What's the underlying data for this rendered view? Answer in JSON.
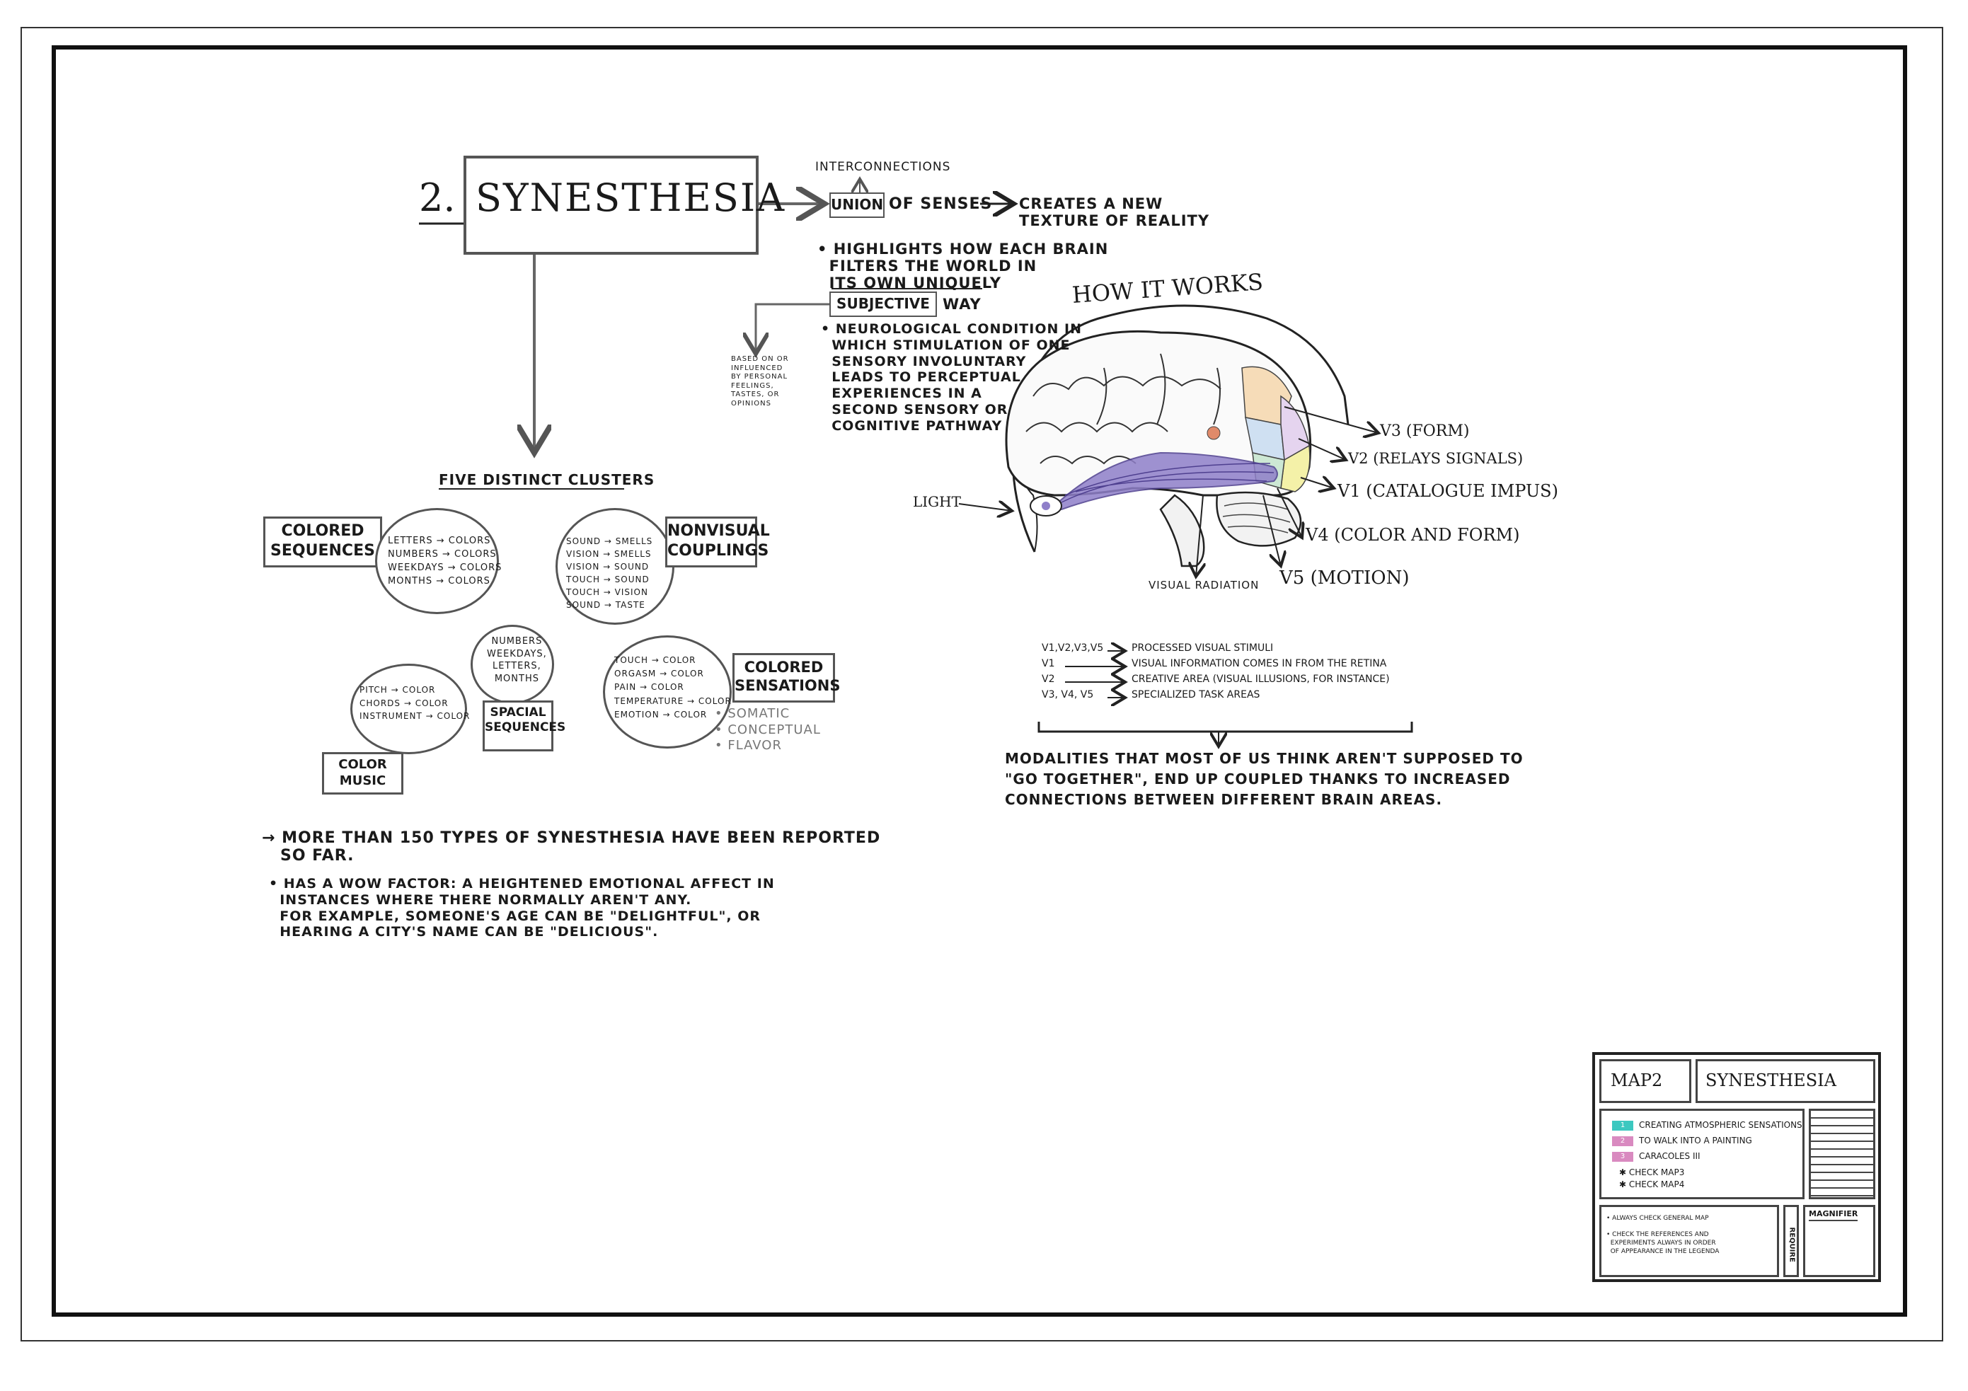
{
  "title": {
    "number": "2.",
    "text": "SYNESTHESIA"
  },
  "union": {
    "interconnections": "INTERCONNECTIONS",
    "union": "UNION",
    "of_senses": "OF SENSES",
    "creates": "CREATES A NEW\nTEXTURE OF REALITY"
  },
  "bullets_top": {
    "b1_pre": "• HIGHLIGHTS HOW EACH BRAIN\n  FILTERS THE WORLD IN\n  ITS OWN UNIQUELY",
    "subjective": "SUBJECTIVE",
    "way": "WAY",
    "b2": "• NEUROLOGICAL CONDITION IN\n  WHICH STIMULATION OF ONE\n  SENSORY INVOLUNTARY\n  LEADS TO PERCEPTUAL\n  EXPERIENCES IN A\n  SECOND SENSORY OR\n  COGNITIVE PATHWAY",
    "side_note": "BASED ON OR\nINFLUENCED\nBY PERSONAL\nFEELINGS,\nTASTES, OR\nOPINIONS"
  },
  "clusters": {
    "heading": "FIVE DISTINCT CLUSTERS",
    "colored_sequences": {
      "label": "COLORED\nSEQUENCES",
      "items": "LETTERS → COLORS\nNUMBERS → COLORS\nWEEKDAYS → COLORS\nMONTHS → COLORS"
    },
    "nonvisual": {
      "label": "NONVISUAL\nCOUPLINGS",
      "items": "SOUND → SMELLS\nVISION → SMELLS\nVISION → SOUND\nTOUCH → SOUND\nTOUCH → VISION\nSOUND → TASTE"
    },
    "spatial": {
      "label": "SPACIAL\nSEQUENCES",
      "items": "NUMBERS\nWEEKDAYS,\nLETTERS,\nMONTHS"
    },
    "color_music": {
      "label": "COLOR\nMUSIC",
      "items": "PITCH → COLOR\nCHORDS → COLOR\nINSTRUMENT → COLOR"
    },
    "sensations": {
      "label": "COLORED\nSENSATIONS",
      "items": "TOUCH → COLOR\nORGASM → COLOR\nPAIN → COLOR\nTEMPERATURE → COLOR\nEMOTION → COLOR",
      "subtypes": "• SOMATIC\n• CONCEPTUAL\n• FLAVOR"
    }
  },
  "notes_bottom": {
    "n1": "→ MORE THAN 150 TYPES OF SYNESTHESIA HAVE BEEN REPORTED\n   SO FAR.",
    "n2": "• HAS A WOW FACTOR: A HEIGHTENED EMOTIONAL AFFECT IN\n  INSTANCES WHERE THERE NORMALLY AREN'T ANY.\n  FOR EXAMPLE, SOMEONE'S AGE CAN BE \"DELIGHTFUL\", OR\n  HEARING A CITY'S NAME CAN BE \"DELICIOUS\"."
  },
  "brain": {
    "heading": "HOW IT WORKS",
    "light": "LIGHT",
    "visual_radiation": "VISUAL RADIATION",
    "v3": "V3 (FORM)",
    "v2": "V2 (RELAYS SIGNALS)",
    "v1": "V1 (CATALOGUE IMPUS)",
    "v4": "V4 (COLOR AND FORM)",
    "v5": "V5 (MOTION)"
  },
  "areas": {
    "rows": [
      {
        "k": "V1,V2,V3,V5",
        "v": "PROCESSED VISUAL STIMULI"
      },
      {
        "k": "V1",
        "v": "VISUAL INFORMATION COMES IN FROM THE RETINA"
      },
      {
        "k": "V2",
        "v": "CREATIVE AREA (VISUAL ILLUSIONS, FOR INSTANCE)"
      },
      {
        "k": "V3, V4, V5",
        "v": "SPECIALIZED TASK AREAS"
      }
    ],
    "conclusion": "MODALITIES THAT MOST OF US THINK AREN'T SUPPOSED TO\n\"GO TOGETHER\", END UP COUPLED THANKS TO INCREASED\nCONNECTIONS BETWEEN DIFFERENT BRAIN AREAS."
  },
  "legend": {
    "map": "MAP2",
    "name": "SYNESTHESIA",
    "items": [
      {
        "num": "1",
        "text": "CREATING ATMOSPHERIC SENSATIONS",
        "color": "#3cc8c0"
      },
      {
        "num": "2",
        "text": "TO WALK INTO A PAINTING",
        "color": "#d98ac0"
      },
      {
        "num": "3",
        "text": "CARACOLES III",
        "color": "#d98ac0"
      }
    ],
    "checks": "✱ CHECK MAP3\n✱ CHECK MAP4",
    "notes": "• ALWAYS CHECK GENERAL MAP\n\n• CHECK THE REFERENCES AND\n  EXPERIMENTS ALWAYS IN ORDER\n  OF APPEARANCE IN THE LEGENDA",
    "require": "REQUIRE",
    "magnifier": "MAGNIFIER"
  }
}
